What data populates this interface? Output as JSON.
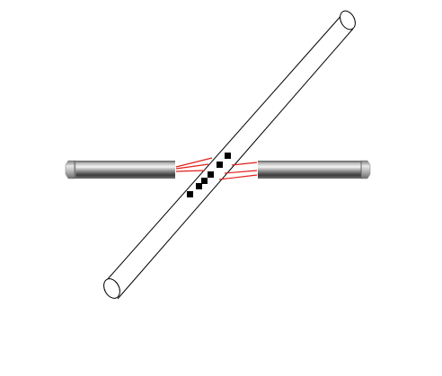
{
  "diagram": {
    "components": [
      {
        "id": "tube",
        "kind": "tube-outline",
        "icon": "tube-icon"
      },
      {
        "id": "left-rod",
        "kind": "metal-rod",
        "icon": "rod-icon"
      },
      {
        "id": "right-rod",
        "kind": "metal-rod",
        "icon": "rod-icon"
      },
      {
        "id": "markers",
        "kind": "square-markers",
        "count": 6,
        "icon": "square-marker-icon"
      },
      {
        "id": "links",
        "kind": "red-connector-lines",
        "icon": "red-line-icon"
      }
    ],
    "colors": {
      "outline": "#000000",
      "tube_fill": "#ffffff",
      "marker": "#000000",
      "connector": "#e0201c",
      "rod_dark": "#3c3c3c",
      "rod_mid": "#9a9a9a",
      "rod_light": "#f4f4f4",
      "cap_dark": "#7a7a7a",
      "cap_light": "#e8e8e8"
    }
  }
}
